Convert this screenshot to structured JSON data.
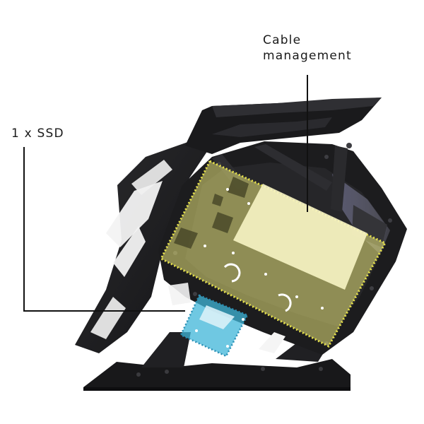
{
  "callouts": {
    "cable_line1": "Cable",
    "cable_line2": "management",
    "ssd": "1 x SSD"
  },
  "colors": {
    "case_body": "#1d1d1f",
    "case_edge": "#2e2e31",
    "cable_zone_fill": "#e6e27a",
    "cable_zone_border": "#e8e34c",
    "ssd_zone_fill": "#3fb6d8",
    "ssd_zone_border": "#2a8fb5",
    "leader_line": "#111111"
  },
  "icons": {
    "product": "pc-case-image",
    "cable_zone": "highlight-zone",
    "ssd_zone": "highlight-zone"
  }
}
